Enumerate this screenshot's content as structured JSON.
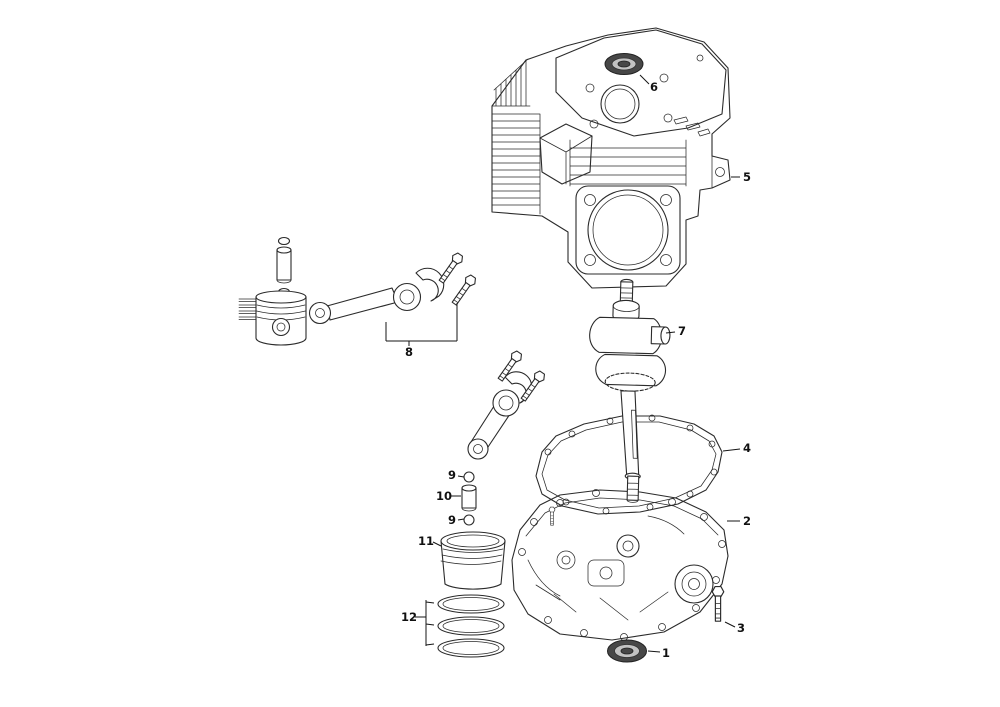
{
  "diagram": {
    "type": "exploded-parts-diagram",
    "colors": {
      "background": "#ffffff",
      "line": "#2b2b2b",
      "seal_dark": "#474747",
      "seal_mid": "#c2c2c2"
    },
    "callouts": [
      {
        "id": "callout-1",
        "label": "1"
      },
      {
        "id": "callout-2",
        "label": "2"
      },
      {
        "id": "callout-3",
        "label": "3"
      },
      {
        "id": "callout-4",
        "label": "4"
      },
      {
        "id": "callout-5",
        "label": "5"
      },
      {
        "id": "callout-6",
        "label": "6"
      },
      {
        "id": "callout-7",
        "label": "7"
      },
      {
        "id": "callout-8",
        "label": "8"
      },
      {
        "id": "callout-9a",
        "label": "9"
      },
      {
        "id": "callout-10",
        "label": "10"
      },
      {
        "id": "callout-9b",
        "label": "9"
      },
      {
        "id": "callout-11",
        "label": "11"
      },
      {
        "id": "callout-12",
        "label": "12"
      }
    ]
  }
}
